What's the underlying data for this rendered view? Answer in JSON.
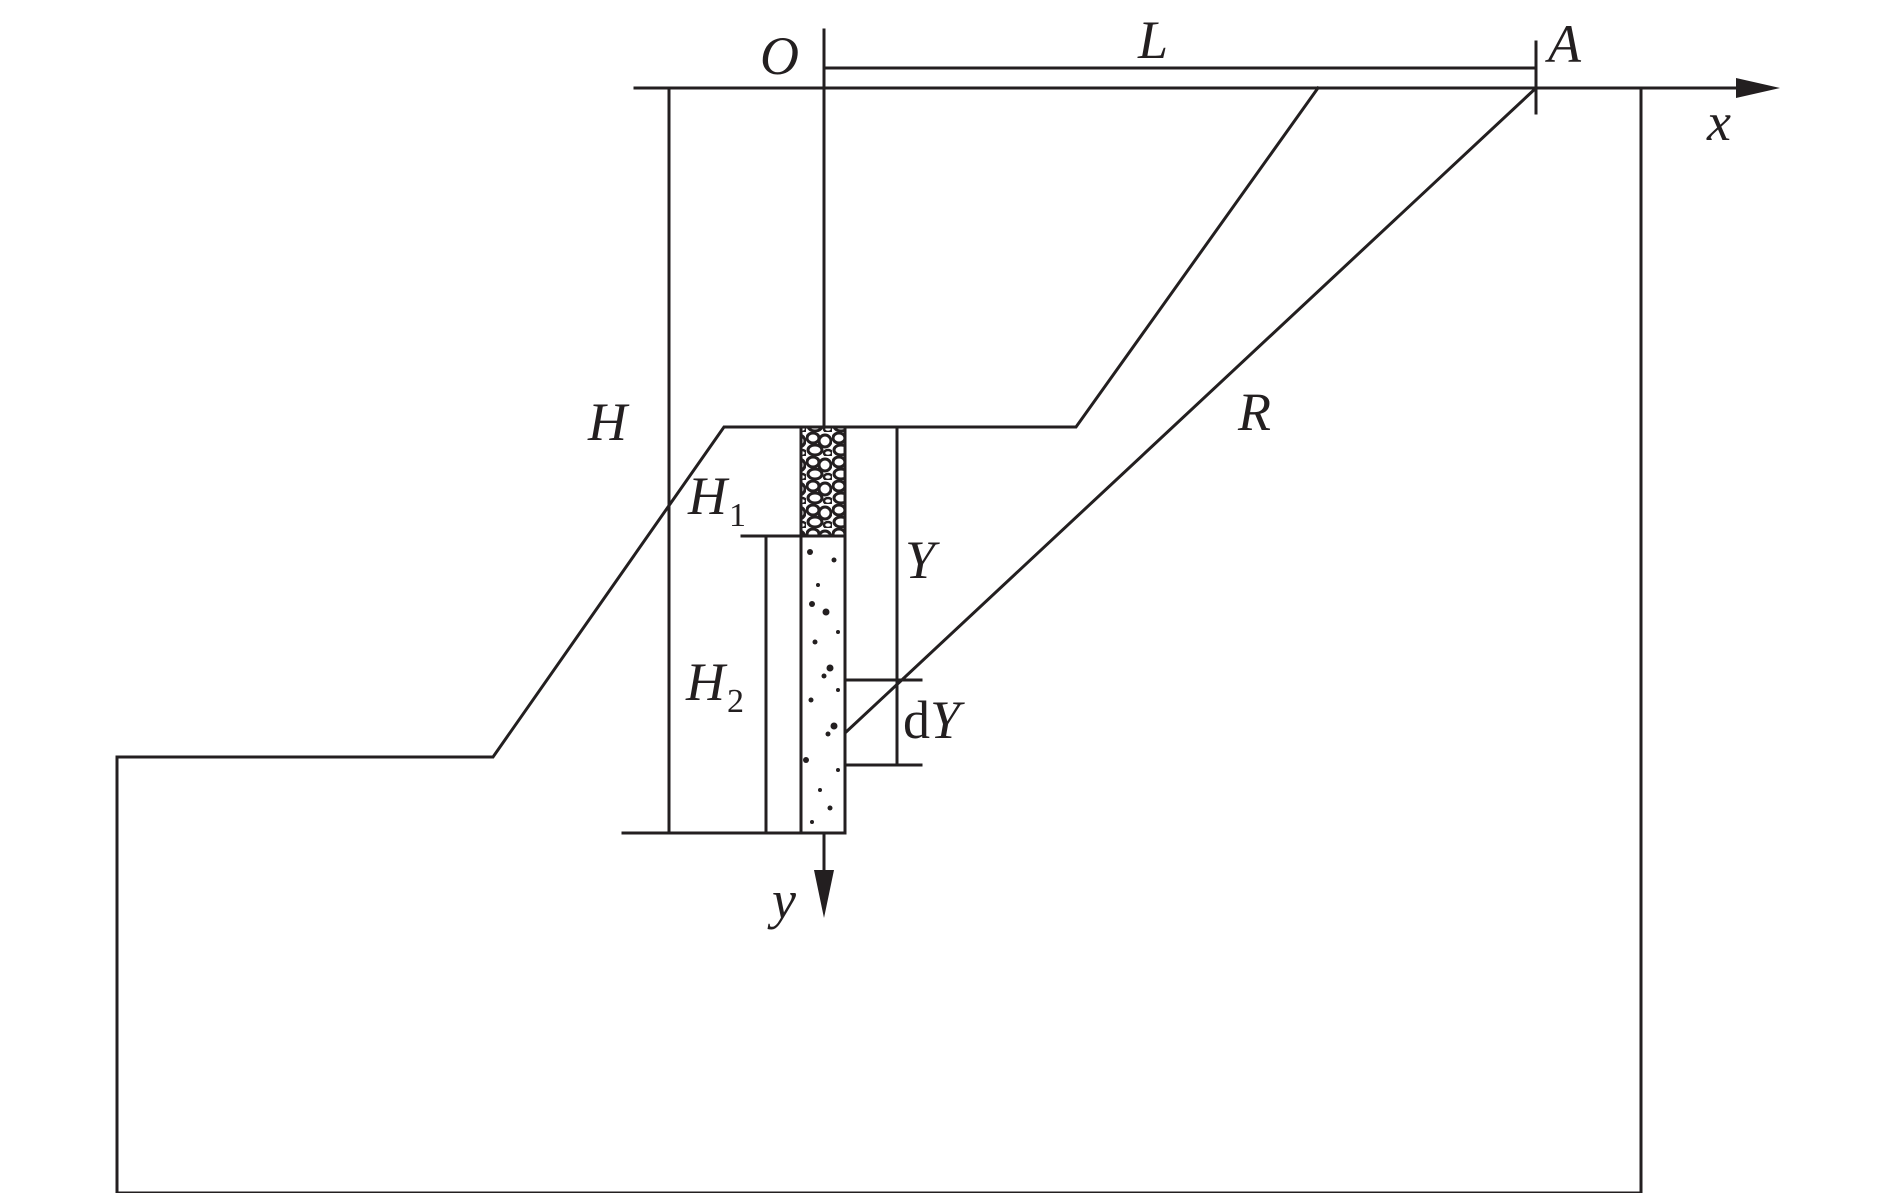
{
  "labels": {
    "origin": "O",
    "length": "L",
    "point_a": "A",
    "x_axis": "x",
    "y_axis": "y",
    "height": "H",
    "radius": "R",
    "depth": "Y",
    "h1_main": "H",
    "h1_sub": "1",
    "h2_main": "H",
    "h2_sub": "2",
    "dy_prefix": "d",
    "dy_var": "Y"
  },
  "colors": {
    "stroke": "#231f20"
  }
}
